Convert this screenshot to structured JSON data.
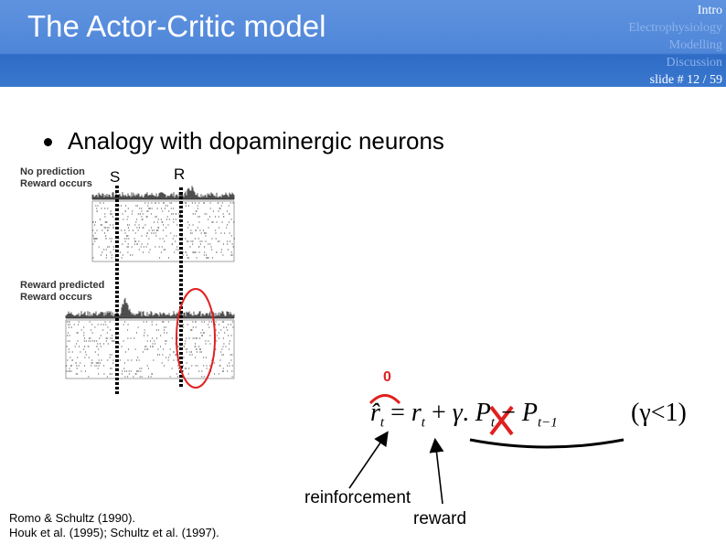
{
  "slide": {
    "title": "The Actor-Critic model",
    "nav": [
      "Intro",
      "Electrophysiology",
      "Modelling",
      "Discussion"
    ],
    "slide_number": "slide # 12 / 59"
  },
  "bullet": "Analogy with dopaminergic neurons",
  "figure": {
    "top_label_line1": "No prediction",
    "top_label_line2": "Reward occurs",
    "bottom_label_line1": "Reward predicted",
    "bottom_label_line2": "Reward occurs",
    "stimulus_marker": "S",
    "reward_marker": "R"
  },
  "equation": {
    "zero_annotation": "0",
    "lhs": "r̂",
    "lhs_sub": "t",
    "eq": "=",
    "r": "r",
    "r_sub": "t",
    "plus": "+",
    "gamma": "γ",
    "dot": ".",
    "P": "P",
    "P_sub": "t",
    "minus": "−",
    "P2": "P",
    "P2_sub": "t−1",
    "gamma_constraint": "(γ<1)"
  },
  "labels": {
    "reinforcement": "reinforcement",
    "reward": "reward"
  },
  "references": [
    "Romo & Schultz (1990).",
    "Houk et al. (1995); Schultz et al. (1997)."
  ],
  "colors": {
    "header": "#4f86d8",
    "annotation_red": "#e02020"
  }
}
